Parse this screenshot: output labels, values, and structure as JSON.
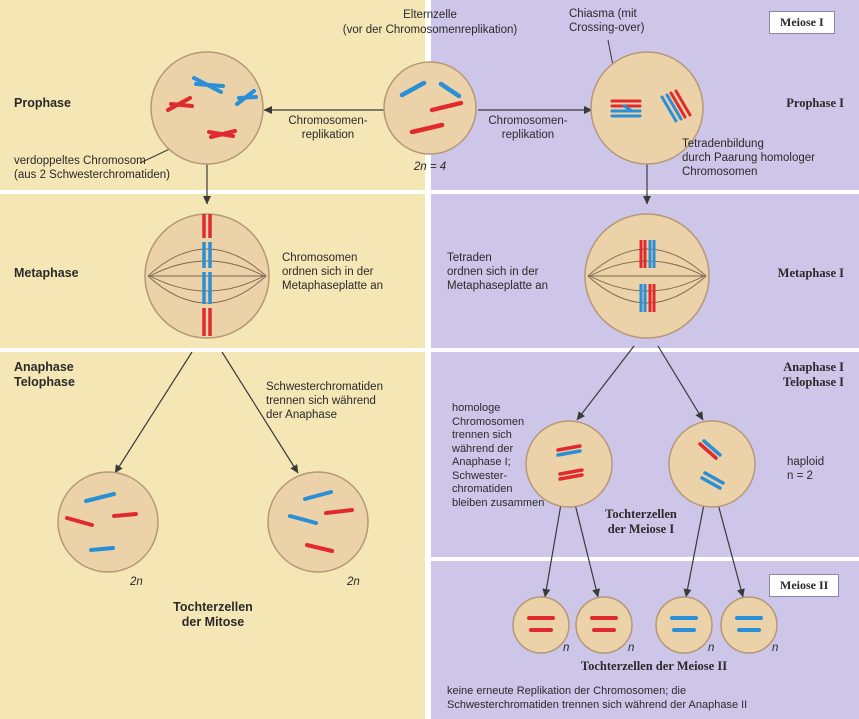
{
  "colors": {
    "mitosis_background": "#f5e6b6",
    "meiosis_background": "#cec6e9",
    "panel_separator": "#ffffff",
    "cell_fill": "#ecd2a8",
    "cell_border": "#b59877",
    "chromosome_red": "#e02a2e",
    "chromosome_blue": "#2a8fd6",
    "arrow": "#3a3a3a"
  },
  "parent_cell": {
    "title": "Elternzelle",
    "subtitle": "(vor der Chromosomenreplikation)",
    "ploidy": "2n = 4"
  },
  "replication_left": "Chromosomen-\nreplikation",
  "replication_right": "Chromosomen-\nreplikation",
  "mitosis": {
    "phase_prophase": "Prophase",
    "phase_metaphase": "Metaphase",
    "phase_anaphase_telophase": "Anaphase\nTelophase",
    "duplicated_chromosome_note": "verdoppeltes Chromosom\n(aus 2 Schwesterchromatiden)",
    "metaphase_note": "Chromosomen\nordnen sich in der\nMetaphaseplatte an",
    "anaphase_note": "Schwesterchromatiden\ntrennen sich während\nder Anaphase",
    "daughter_ploidy_left": "2n",
    "daughter_ploidy_right": "2n",
    "daughter_cells_label": "Tochterzellen\nder Mitose"
  },
  "meiosis": {
    "header_meiosis1": "Meiose I",
    "chiasma_note": "Chiasma (mit\nCrossing-over)",
    "phase_prophase1": "Prophase I",
    "tetrad_note": "Tetradenbildung\ndurch Paarung homologer\nChromosomen",
    "tetrad_metaphase_note": "Tetraden\nordnen sich in der\nMetaphaseplatte an",
    "phase_metaphase1": "Metaphase I",
    "phase_anaphase1_telophase1": "Anaphase I\nTelophase I",
    "homolog_note": "homologe\nChromosomen\ntrennen sich\nwährend der\nAnaphase I;\nSchwester-\nchromatiden\nbleiben zusammen",
    "haploid_note": "haploid\nn = 2",
    "daughter_meiosis1_label": "Tochterzellen\nder Meiose I",
    "header_meiosis2": "Meiose II",
    "meiosis2_ploidy": [
      "n",
      "n",
      "n",
      "n"
    ],
    "daughter_meiosis2_label": "Tochterzellen der Meiose II",
    "footer_note": "keine erneute Replikation der Chromosomen; die\nSchwesterchromatiden trennen sich während der Anaphase II"
  }
}
